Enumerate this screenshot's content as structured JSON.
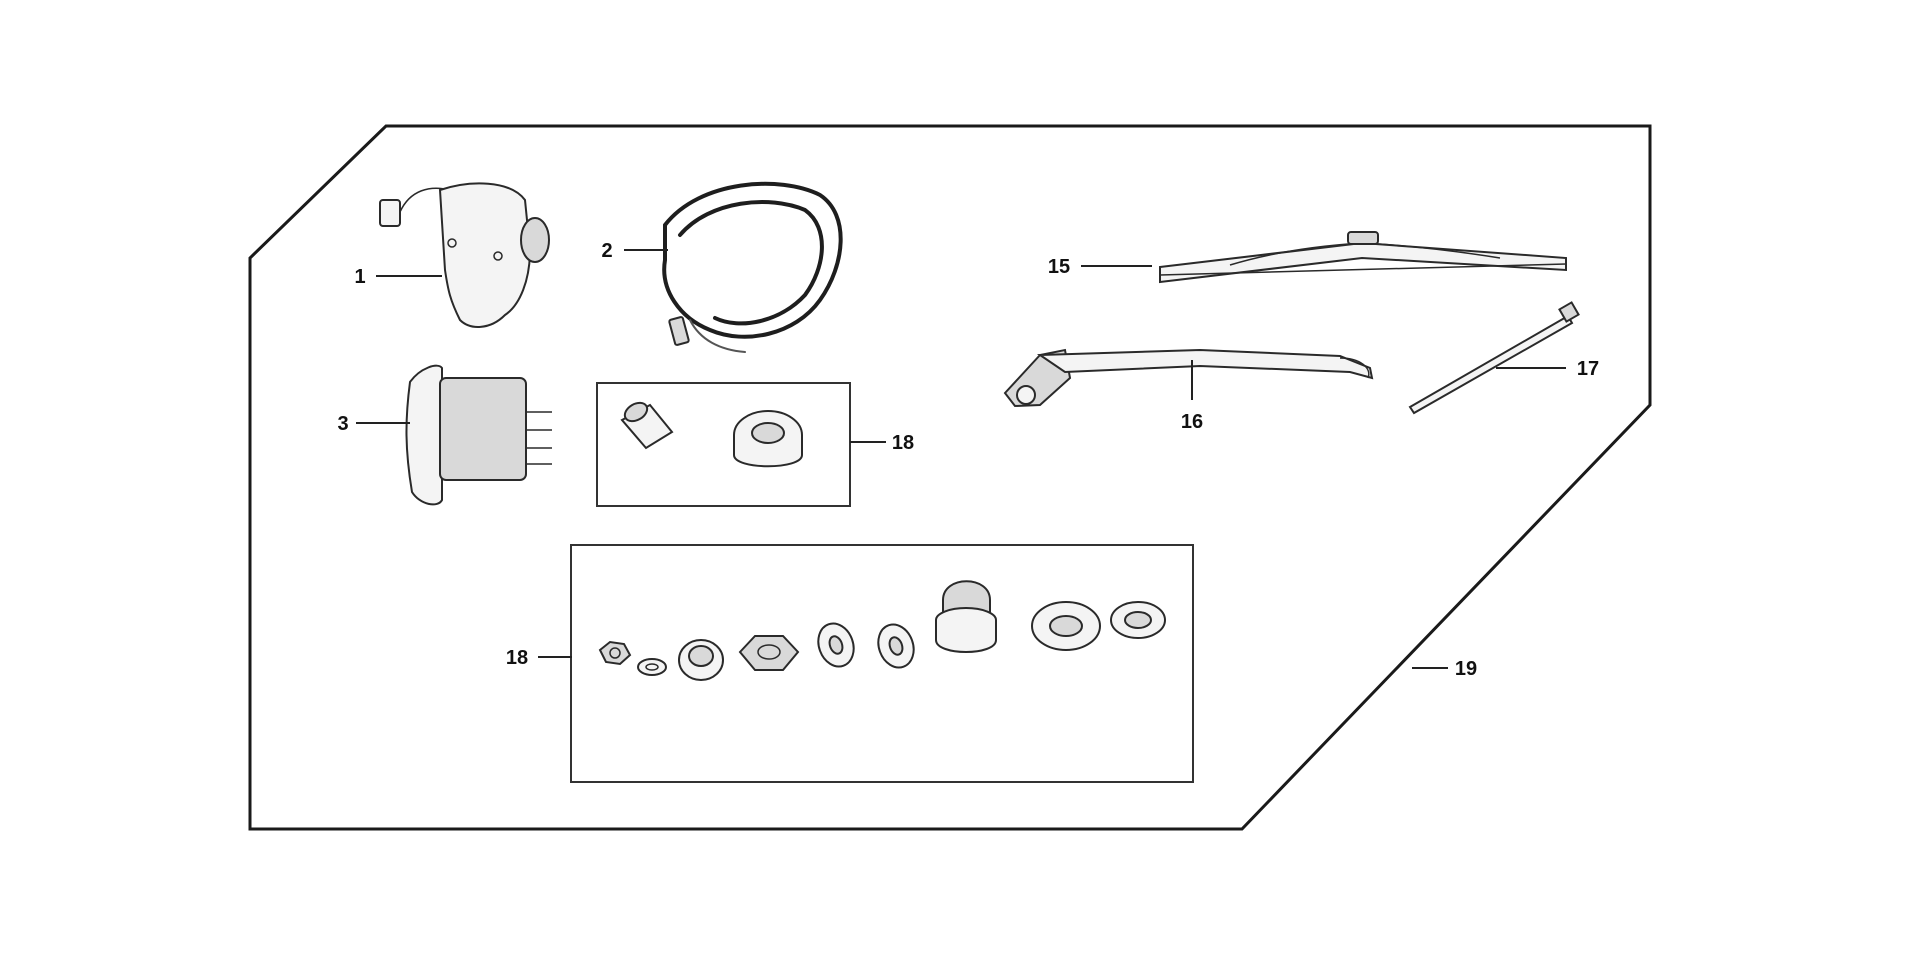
{
  "callouts": {
    "c1": "1",
    "c2": "2",
    "c3": "3",
    "c15": "15",
    "c16": "16",
    "c17": "17",
    "c18a": "18",
    "c18b": "18",
    "c19": "19"
  }
}
